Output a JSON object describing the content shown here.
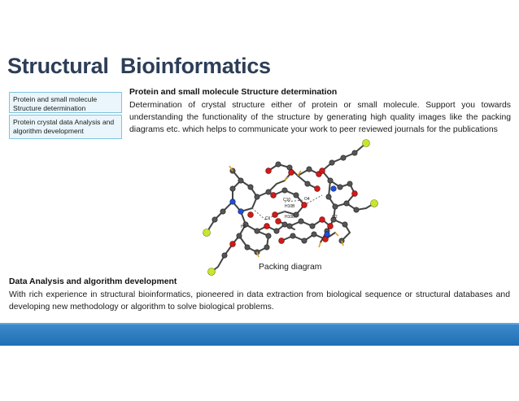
{
  "slide": {
    "title": "Structural  Bioinformatics"
  },
  "nav": {
    "items": [
      {
        "label": "Protein and small molecule Structure determination"
      },
      {
        "label": "Protein crystal data Analysis and algorithm development"
      }
    ]
  },
  "section1": {
    "heading": "Protein and small molecule Structure determination",
    "body": "Determination of crystal structure either of protein or small molecule. Support you towards understanding the functionality of the structure by generating high quality images like the packing diagrams etc. which helps to communicate your work to peer reviewed journals for the publications"
  },
  "figure": {
    "caption": "Packing diagram",
    "atom_labels": [
      "C10",
      "H10B",
      "O4",
      "H10B",
      "C1",
      "H1",
      "O2"
    ]
  },
  "section2": {
    "heading": "Data Analysis and algorithm development",
    "body": "With rich experience in structural bioinformatics, pioneered in data extraction from biological sequence or structural databases and developing new methodology or algorithm to solve biological problems."
  },
  "colors": {
    "title": "#2d3e57",
    "nav_fill": "#eaf6fb",
    "nav_border": "#7cc4dd",
    "footer_band": "#2a7dc2",
    "atom_carbon": "#555555",
    "atom_oxygen": "#d11a1a",
    "atom_nitrogen": "#1f4fd8",
    "atom_chlorine": "#c8e62e",
    "atom_hydrogen": "#e0a020"
  }
}
